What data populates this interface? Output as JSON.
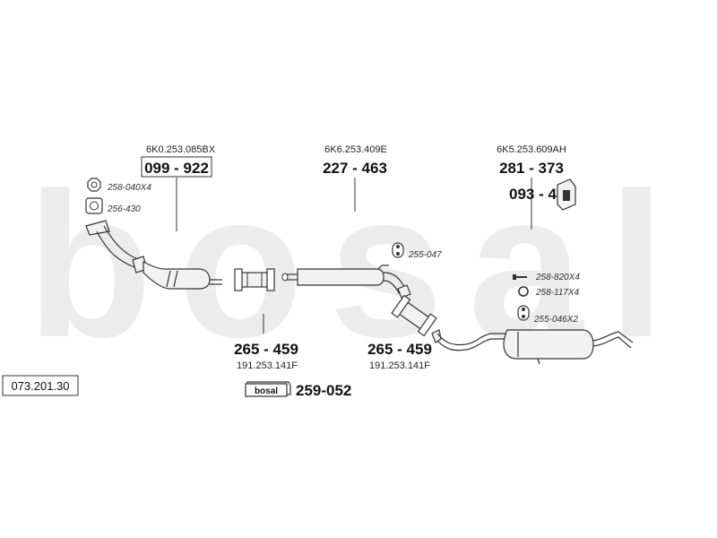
{
  "watermark": "bosal",
  "diagram_id": "073.201.30",
  "groups": {
    "catalyst": {
      "oem": "6K0.253.085BX",
      "part": "099 - 922"
    },
    "front_silencer": {
      "oem": "6K6.253.409E",
      "part": "227 - 463"
    },
    "rear_silencer": {
      "oem": "6K5.253.609AH",
      "part": "281 - 373"
    },
    "clamp_left": {
      "part": "265 - 459",
      "oem": "191.253.141F"
    },
    "clamp_right": {
      "part": "265 - 459",
      "oem": "191.253.141F"
    }
  },
  "small_parts": {
    "nut": "258-040X4",
    "flange_gasket": "256-430",
    "rubber_mount_front": "255-047",
    "bolt": "258-820X4",
    "ring": "258-117X4",
    "rubber_mount_rear": "255-046X2",
    "bracket": "093 - 431"
  },
  "mounting_kit": {
    "badge": "bosal",
    "part": "259-052"
  },
  "icons": [
    "nut-icon",
    "gasket-icon",
    "rubber-mount-icon",
    "bolt-icon",
    "ring-icon",
    "bracket-icon",
    "clamp-icon"
  ]
}
